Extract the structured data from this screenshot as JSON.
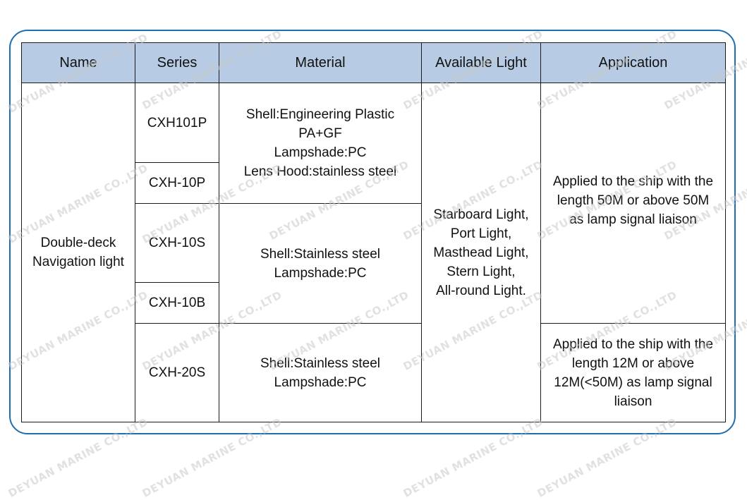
{
  "table": {
    "headers": [
      "Name",
      "Series",
      "Material",
      "Available Light",
      "Application"
    ],
    "name": "Double-deck\nNavigation light",
    "series": [
      "CXH101P",
      "CXH-10P",
      "CXH-10S",
      "CXH-10B",
      "CXH-20S"
    ],
    "materials": [
      {
        "lines": [
          "Shell:Engineering Plastic",
          "PA+GF",
          "Lampshade:PC",
          "Lens Hood:stainless steel"
        ]
      },
      {
        "lines": [
          "Shell:Stainless steel",
          "Lampshade:PC"
        ]
      },
      {
        "lines": [
          "Shell:Stainless steel",
          "Lampshade:PC"
        ]
      }
    ],
    "available_light": [
      "Starboard Light,",
      "Port Light,",
      "Masthead Light,",
      "Stern Light,",
      "All-round Light."
    ],
    "applications": [
      {
        "lines": [
          "Applied to the ship with the",
          "length 50M or above 50M",
          "as lamp signal liaison"
        ]
      },
      {
        "lines": [
          "Applied to the ship with the",
          "length 12M or above",
          "12M(<50M) as lamp signal",
          "liaison"
        ]
      }
    ]
  },
  "watermark": "DEYUAN MARINE CO.,LTD",
  "colors": {
    "header_bg": "#b7cce4",
    "frame_border": "#1f6fb0",
    "grid": "#1a1a1a"
  }
}
